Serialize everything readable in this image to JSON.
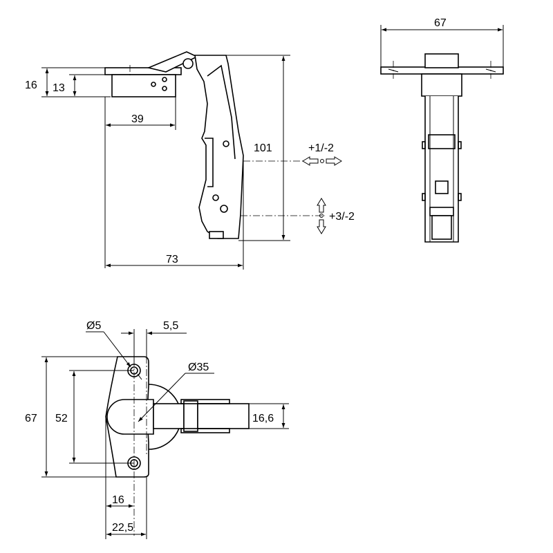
{
  "labels": {
    "side_height_16": "16",
    "side_height_13": "13",
    "side_width_39": "39",
    "side_height_101": "101",
    "side_width_73": "73",
    "adjust_lateral": "+1/-2",
    "adjust_depth": "+3/-2",
    "front_width_67": "67",
    "top_hole_dia": "Ø5",
    "top_offset_5_5": "5,5",
    "top_cup_dia": "Ø35",
    "top_height_67": "67",
    "top_height_52": "52",
    "top_arm_16_6": "16,6",
    "top_width_16": "16",
    "top_width_22_5": "22,5"
  }
}
